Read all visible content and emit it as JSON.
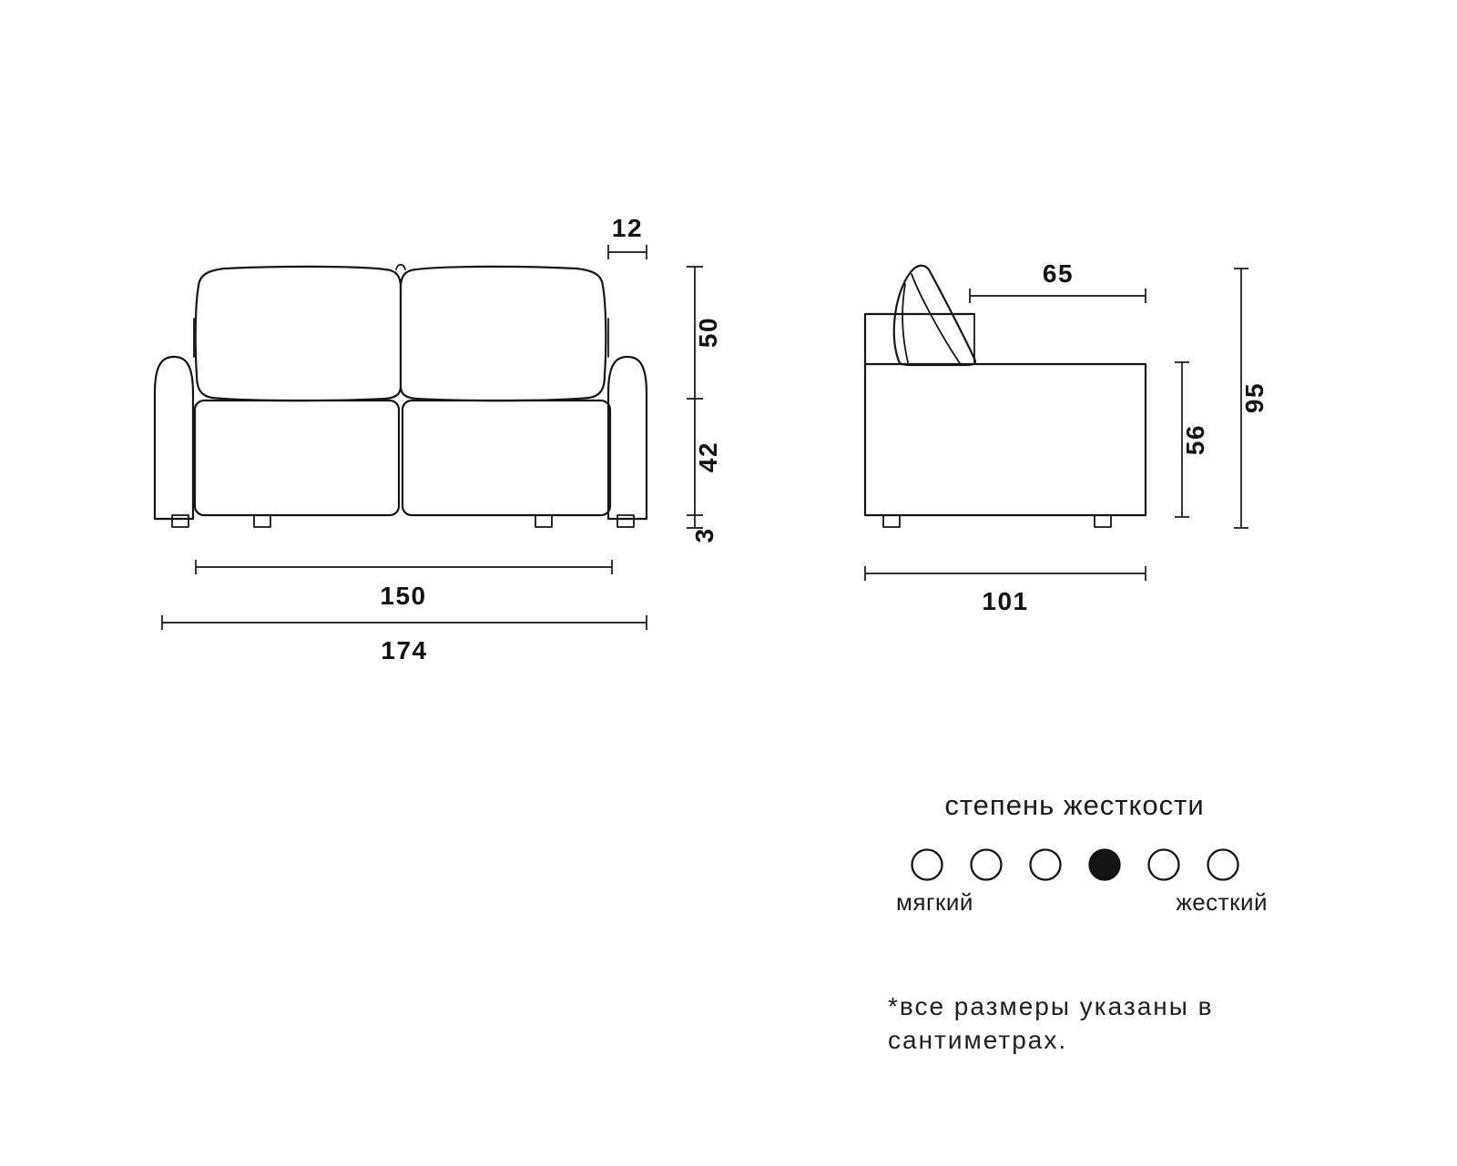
{
  "front_view": {
    "name": "sofa front elevation",
    "dims": {
      "arm_width": "12",
      "back_height": "50",
      "seat_height": "42",
      "leg_height": "3",
      "inner_width": "150",
      "total_width": "174"
    }
  },
  "side_view": {
    "name": "sofa side elevation",
    "dims": {
      "seat_depth": "65",
      "body_height": "56",
      "total_height": "95",
      "total_depth": "101"
    }
  },
  "hardness": {
    "title": "степень жесткости",
    "levels": 6,
    "selected_index": 3,
    "left_label": "мягкий",
    "right_label": "жесткий",
    "dot_color": "#141414"
  },
  "footnote": {
    "line1": "*все размеры указаны в",
    "line2": "сантиметрах."
  }
}
